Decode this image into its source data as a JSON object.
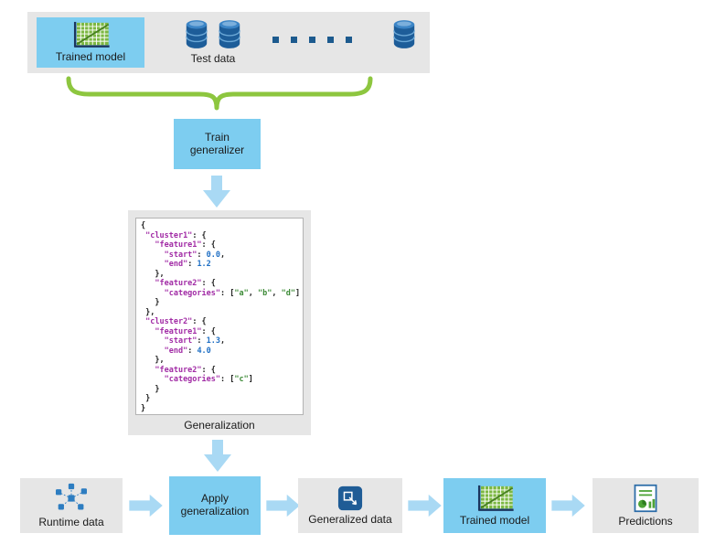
{
  "top_group": {
    "trained_model": {
      "label": "Trained model"
    },
    "test_data": {
      "label": "Test data"
    }
  },
  "train_generalizer": {
    "label": "Train generalizer"
  },
  "generalization": {
    "label": "Generalization",
    "lines": [
      [
        {
          "t": "p",
          "v": "{"
        }
      ],
      [
        {
          "t": "p",
          "v": " "
        },
        {
          "t": "k",
          "v": "\"cluster1\""
        },
        {
          "t": "p",
          "v": ": {"
        }
      ],
      [
        {
          "t": "p",
          "v": "   "
        },
        {
          "t": "k",
          "v": "\"feature1\""
        },
        {
          "t": "p",
          "v": ": {"
        }
      ],
      [
        {
          "t": "p",
          "v": "     "
        },
        {
          "t": "k",
          "v": "\"start\""
        },
        {
          "t": "p",
          "v": ": "
        },
        {
          "t": "n",
          "v": "0.0"
        },
        {
          "t": "p",
          "v": ","
        }
      ],
      [
        {
          "t": "p",
          "v": "     "
        },
        {
          "t": "k",
          "v": "\"end\""
        },
        {
          "t": "p",
          "v": ": "
        },
        {
          "t": "n",
          "v": "1.2"
        }
      ],
      [
        {
          "t": "p",
          "v": "   },"
        }
      ],
      [
        {
          "t": "p",
          "v": "   "
        },
        {
          "t": "k",
          "v": "\"feature2\""
        },
        {
          "t": "p",
          "v": ": {"
        }
      ],
      [
        {
          "t": "p",
          "v": "     "
        },
        {
          "t": "k",
          "v": "\"categories\""
        },
        {
          "t": "p",
          "v": ": ["
        },
        {
          "t": "s",
          "v": "\"a\""
        },
        {
          "t": "p",
          "v": ", "
        },
        {
          "t": "s",
          "v": "\"b\""
        },
        {
          "t": "p",
          "v": ", "
        },
        {
          "t": "s",
          "v": "\"d\""
        },
        {
          "t": "p",
          "v": "]"
        }
      ],
      [
        {
          "t": "p",
          "v": "   }"
        }
      ],
      [
        {
          "t": "p",
          "v": " },"
        }
      ],
      [
        {
          "t": "p",
          "v": " "
        },
        {
          "t": "k",
          "v": "\"cluster2\""
        },
        {
          "t": "p",
          "v": ": {"
        }
      ],
      [
        {
          "t": "p",
          "v": "   "
        },
        {
          "t": "k",
          "v": "\"feature1\""
        },
        {
          "t": "p",
          "v": ": {"
        }
      ],
      [
        {
          "t": "p",
          "v": "     "
        },
        {
          "t": "k",
          "v": "\"start\""
        },
        {
          "t": "p",
          "v": ": "
        },
        {
          "t": "n",
          "v": "1.3"
        },
        {
          "t": "p",
          "v": ","
        }
      ],
      [
        {
          "t": "p",
          "v": "     "
        },
        {
          "t": "k",
          "v": "\"end\""
        },
        {
          "t": "p",
          "v": ": "
        },
        {
          "t": "n",
          "v": "4.0"
        }
      ],
      [
        {
          "t": "p",
          "v": "   },"
        }
      ],
      [
        {
          "t": "p",
          "v": "   "
        },
        {
          "t": "k",
          "v": "\"feature2\""
        },
        {
          "t": "p",
          "v": ": {"
        }
      ],
      [
        {
          "t": "p",
          "v": "     "
        },
        {
          "t": "k",
          "v": "\"categories\""
        },
        {
          "t": "p",
          "v": ": ["
        },
        {
          "t": "s",
          "v": "\"c\""
        },
        {
          "t": "p",
          "v": "]"
        }
      ],
      [
        {
          "t": "p",
          "v": "   }"
        }
      ],
      [
        {
          "t": "p",
          "v": " }"
        }
      ],
      [
        {
          "t": "p",
          "v": "}"
        }
      ]
    ]
  },
  "bottom_row": {
    "runtime_data": {
      "label": "Runtime data"
    },
    "apply_generalization": {
      "label": "Apply generalization"
    },
    "generalized_data": {
      "label": "Generalized data"
    },
    "trained_model": {
      "label": "Trained model"
    },
    "predictions": {
      "label": "Predictions"
    }
  },
  "colors": {
    "highlight_blue": "#7dcdf0",
    "panel_gray": "#e6e6e6",
    "arrow_blue": "#a9d9f4",
    "brace_green": "#8dc63f",
    "code_key": "#a12ba5",
    "code_number": "#1f6fc4",
    "code_string": "#3d8b37",
    "db_blue": "#1d5d99",
    "grid_green": "#7cb842"
  }
}
